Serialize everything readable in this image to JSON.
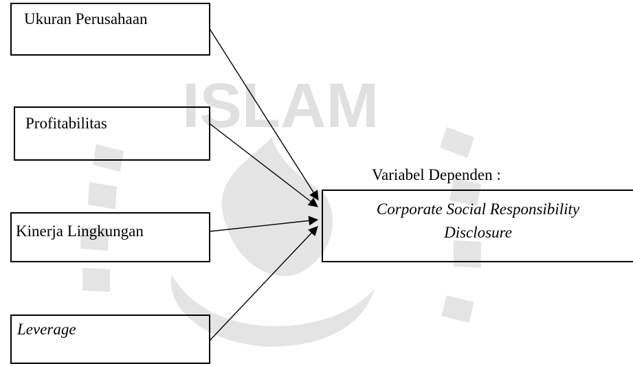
{
  "independent_variables": [
    {
      "label": "Ukuran Perusahaan",
      "italic": false
    },
    {
      "label": "Profitabilitas",
      "italic": false
    },
    {
      "label": "Kinerja Lingkungan",
      "italic": false
    },
    {
      "label": "Leverage",
      "italic": true
    }
  ],
  "dependent": {
    "heading": "Variabel Dependen :",
    "line1": "Corporate Social Responsibility",
    "line2": "Disclosure"
  },
  "watermark": {
    "text": "ISLAM",
    "color": "#d9d9d9"
  }
}
